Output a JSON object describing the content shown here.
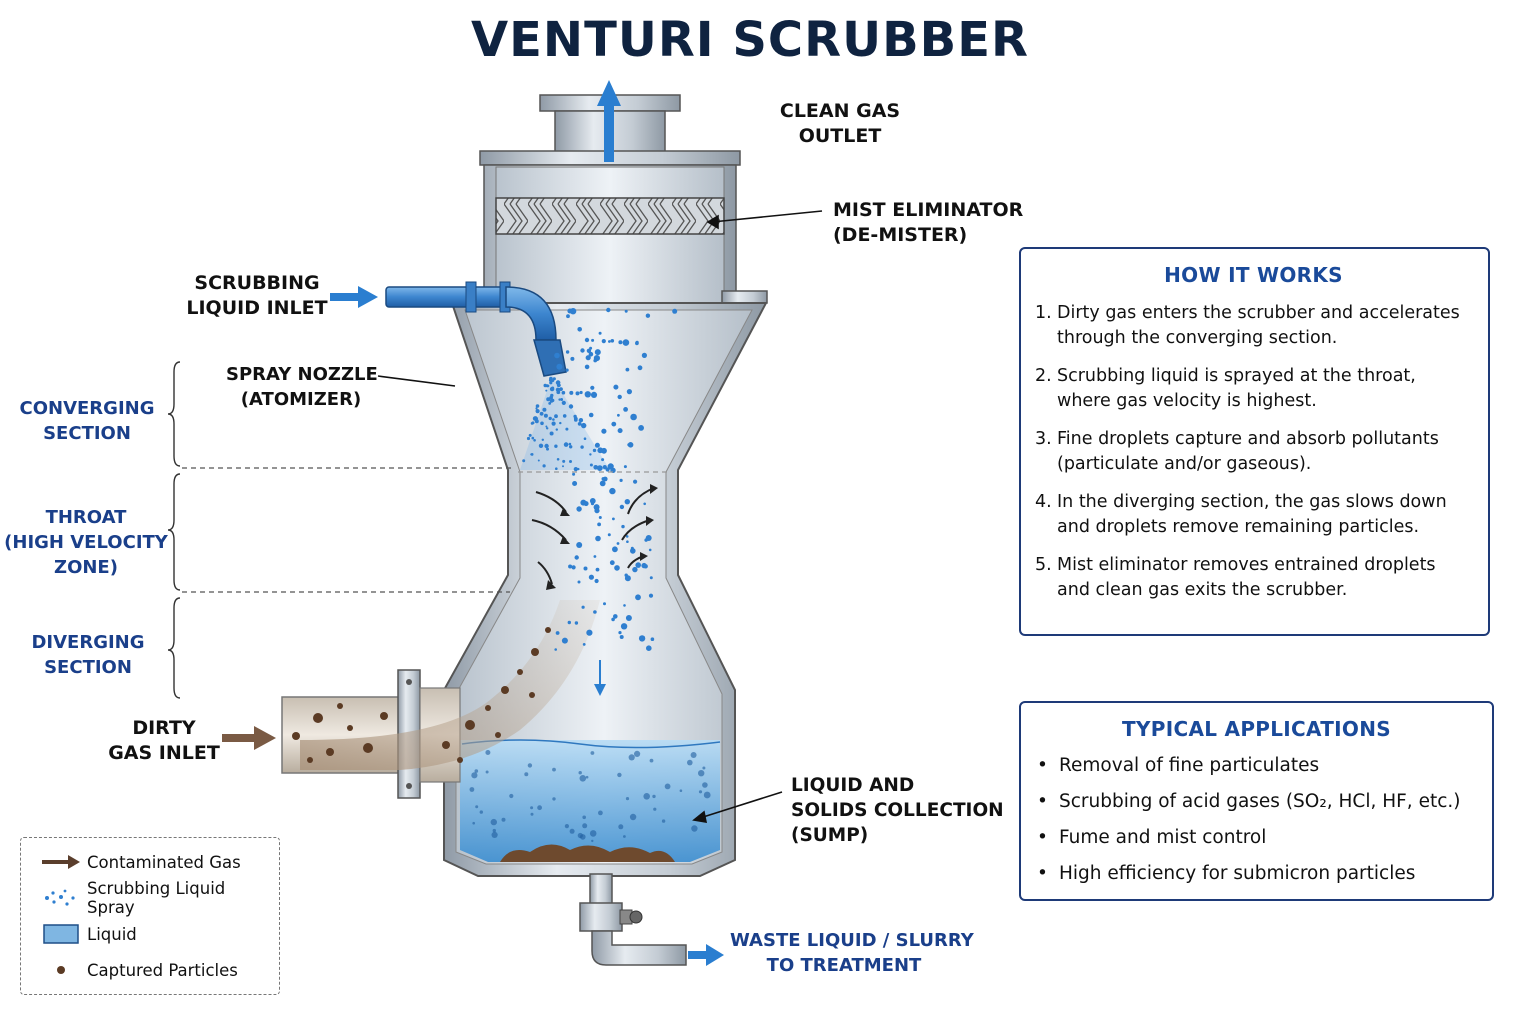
{
  "title": "VENTURI SCRUBBER",
  "labels": {
    "clean_gas_outlet": [
      "CLEAN GAS",
      "OUTLET"
    ],
    "mist_eliminator": [
      "MIST ELIMINATOR",
      "(DE-MISTER)"
    ],
    "scrubbing_liquid_inlet": [
      "SCRUBBING",
      "LIQUID INLET"
    ],
    "spray_nozzle": [
      "SPRAY NOZZLE",
      "(ATOMIZER)"
    ],
    "converging_section": [
      "CONVERGING",
      "SECTION"
    ],
    "throat": [
      "THROAT",
      "(HIGH VELOCITY",
      "ZONE)"
    ],
    "diverging_section": [
      "DIVERGING",
      "SECTION"
    ],
    "dirty_gas_inlet": [
      "DIRTY",
      "GAS INLET"
    ],
    "liquid_collection": [
      "LIQUID AND",
      "SOLIDS COLLECTION",
      "(SUMP)"
    ],
    "waste_liquid": [
      "WASTE LIQUID / SLURRY",
      "TO TREATMENT"
    ]
  },
  "how_it_works": {
    "heading": "HOW IT WORKS",
    "steps": [
      {
        "num": "1.",
        "text": "Dirty gas enters the scrubber and accelerates through the converging section."
      },
      {
        "num": "2.",
        "text": "Scrubbing liquid is sprayed at the throat, where gas velocity is highest."
      },
      {
        "num": "3.",
        "text": "Fine droplets capture and absorb pollutants (particulate and/or gaseous)."
      },
      {
        "num": "4.",
        "text": "In the diverging section, the gas slows down and droplets remove remaining particles."
      },
      {
        "num": "5.",
        "text": "Mist eliminator removes entrained droplets and clean gas exits the scrubber."
      }
    ]
  },
  "applications": {
    "heading": "TYPICAL APPLICATIONS",
    "items": [
      "Removal of fine particulates",
      "Scrubbing of acid gases (SO₂, HCl, HF, etc.)",
      "Fume and mist control",
      "High efficiency for submicron particles"
    ]
  },
  "legend": {
    "items": [
      {
        "label": "Contaminated Gas",
        "icon": "brown-arrow-icon"
      },
      {
        "label": "Scrubbing Liquid Spray",
        "icon": "spray-dots-icon"
      },
      {
        "label": "Liquid",
        "icon": "liquid-swatch-icon"
      },
      {
        "label": "Captured Particles",
        "icon": "particle-dot-icon"
      }
    ]
  },
  "colors": {
    "title": "#0f2340",
    "section_label": "#1a3f8a",
    "box_border": "#1e3a78",
    "liquid": "#5da3d9",
    "spray": "#2f7fd0",
    "contaminated_gas": "#6b5040",
    "metal": "#b8c2cc"
  }
}
